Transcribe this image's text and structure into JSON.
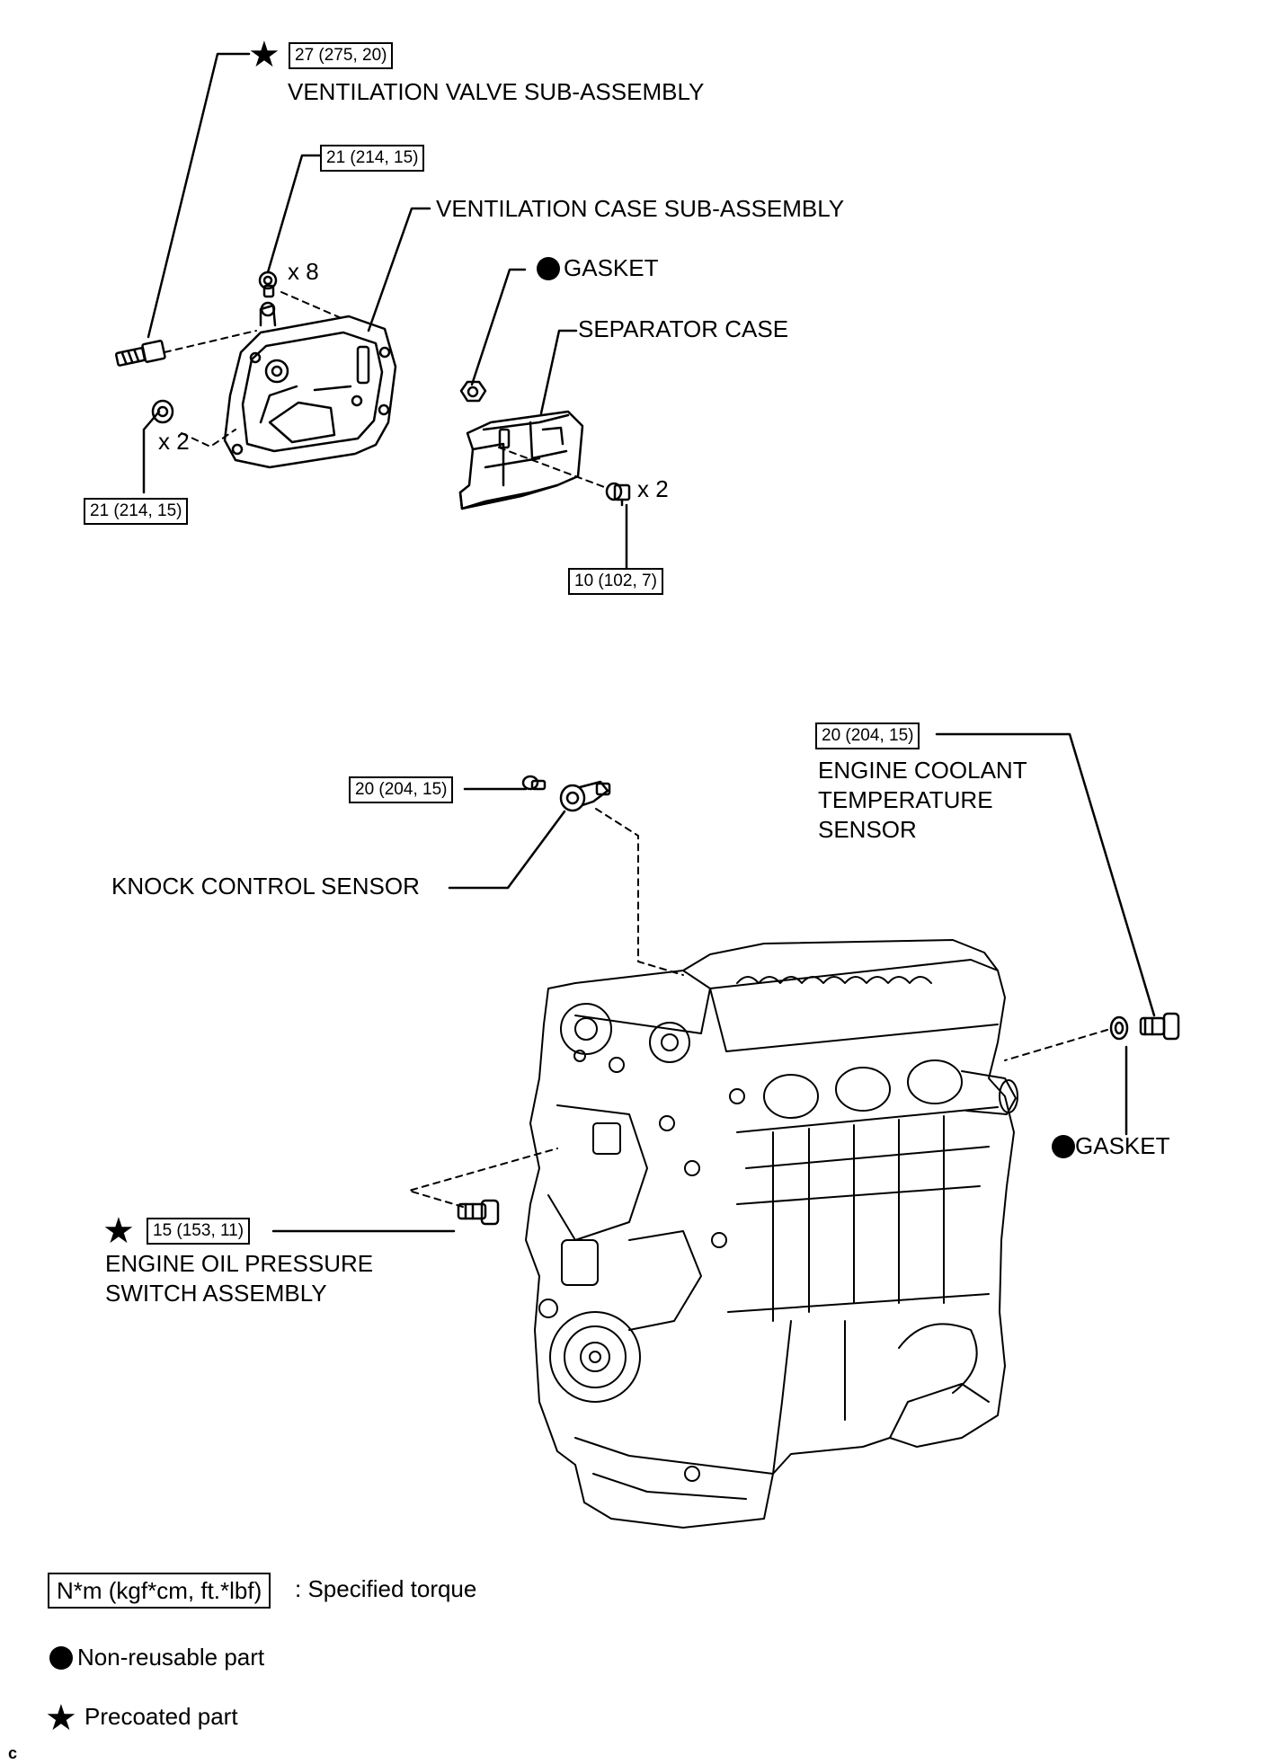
{
  "callouts": {
    "ventilation_valve_torque": "27 (275, 20)",
    "ventilation_valve_label": "VENTILATION VALVE SUB-ASSEMBLY",
    "case_bolt_torque_top": "21 (214, 15)",
    "ventilation_case_label": "VENTILATION CASE SUB-ASSEMBLY",
    "case_bolt_qty_top": "x 8",
    "case_bolt_qty_bottom": "x 2",
    "case_bolt_torque_bottom": "21 (214, 15)",
    "gasket_top_label": "GASKET",
    "separator_case_label": "SEPARATOR CASE",
    "separator_bolt_qty": "x 2",
    "separator_bolt_torque": "10 (102, 7)",
    "coolant_sensor_torque": "20 (204, 15)",
    "coolant_sensor_label_1": "ENGINE COOLANT",
    "coolant_sensor_label_2": "TEMPERATURE",
    "coolant_sensor_label_3": "SENSOR",
    "knock_sensor_torque": "20 (204, 15)",
    "knock_sensor_label": "KNOCK CONTROL SENSOR",
    "gasket_right_label": "GASKET",
    "oil_switch_torque": "15 (153, 11)",
    "oil_switch_label_1": "ENGINE OIL PRESSURE",
    "oil_switch_label_2": "SWITCH ASSEMBLY"
  },
  "legend": {
    "torque_units": "N*m (kgf*cm, ft.*lbf)",
    "torque_desc": ": Specified torque",
    "non_reusable": "Non-reusable part",
    "precoated": "Precoated part"
  },
  "corner_mark": "c",
  "icons": {
    "non_reusable": "filled-circle-icon",
    "precoated": "star-icon"
  }
}
